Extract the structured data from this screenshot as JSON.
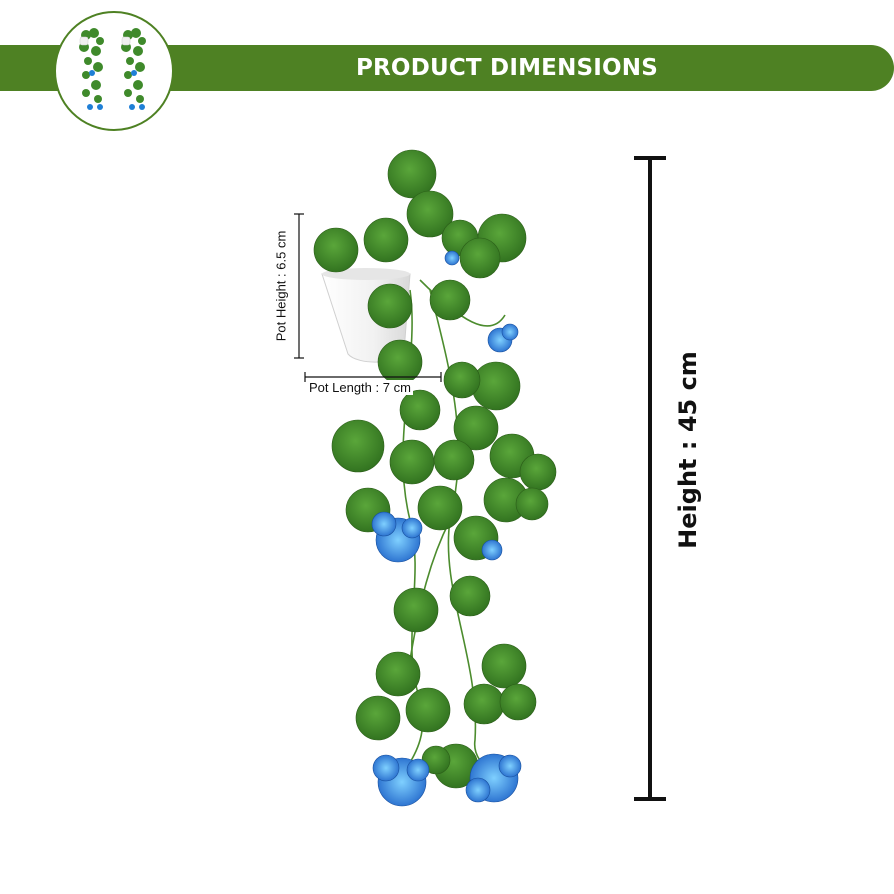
{
  "banner": {
    "title": "PRODUCT DIMENSIONS"
  },
  "dimensions": {
    "pot_height": "Pot Height : 6.5 cm",
    "pot_length": "Pot Length : 7 cm",
    "height": "Height : 45 cm"
  },
  "colors": {
    "banner_green": "#4e8123",
    "leaf_green": "#3f8a2b",
    "flower_blue": "#1f7fd6",
    "line_black": "#111111"
  },
  "icons": {
    "thumbnail": "hanging-plant-pair-icon",
    "product": "hanging-plant-illustration"
  }
}
